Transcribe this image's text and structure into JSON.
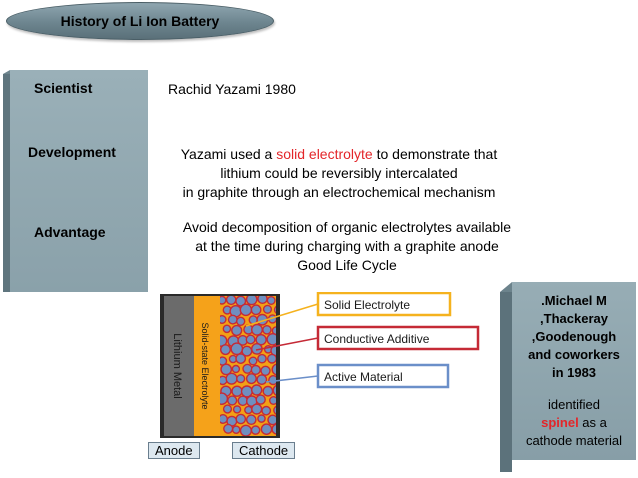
{
  "title": "History of Li Ion Battery",
  "rows": [
    {
      "label": "Scientist",
      "content_lines": [
        "Rachid Yazami 1980"
      ]
    },
    {
      "label": "Development",
      "content_parts": [
        "Yazami used a ",
        "solid electrolyte",
        " to demonstrate that"
      ],
      "content_lines": [
        "lithium could be reversibly intercalated",
        "in graphite through an electrochemical mechanism"
      ]
    },
    {
      "label": "Advantage",
      "content_lines": [
        "Avoid decomposition of organic electrolytes available",
        "at the time during charging with a graphite anode",
        "Good Life Cycle"
      ]
    }
  ],
  "diagram": {
    "lithium_metal": "Lithium Metal",
    "solid_state_electrolyte": "Solid-state Electrolyte",
    "legend": [
      "Solid Electrolyte",
      "Conductive Additive",
      "Active Material"
    ],
    "legend_colors": [
      "#f5b21e",
      "#c52a36",
      "#6b8fc9"
    ],
    "bottom_labels": [
      "Anode",
      "Cathode"
    ]
  },
  "right_panel": {
    "lines": [
      ".Michael M",
      ",Thackeray",
      ",Goodenough",
      "and coworkers",
      "in 1983"
    ],
    "identified": "identified",
    "spinel": "spinel",
    "as_a": " as a",
    "cathode": "cathode material"
  }
}
